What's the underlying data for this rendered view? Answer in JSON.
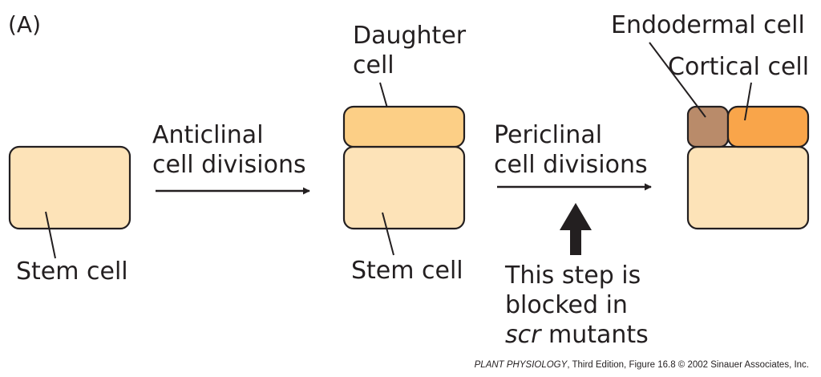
{
  "panel_label": "(A)",
  "colors": {
    "stem_cell": "#fde3b8",
    "daughter_cell": "#fccf86",
    "endodermal_cell": "#b98b6a",
    "cortical_cell": "#f9a54a",
    "outline": "#231f20"
  },
  "stage1": {
    "stem_label": "Stem cell"
  },
  "arrow1": {
    "line1": "Anticlinal",
    "line2": "cell divisions"
  },
  "stage2": {
    "daughter_line1": "Daughter",
    "daughter_line2": "cell",
    "stem_label": "Stem cell"
  },
  "arrow2": {
    "line1": "Periclinal",
    "line2": "cell divisions"
  },
  "blocked_note": {
    "line1": "This step is",
    "line2": "blocked in",
    "line3_italic": "scr",
    "line3_rest": " mutants"
  },
  "stage3": {
    "endodermal_label": "Endodermal cell",
    "cortical_label": "Cortical cell"
  },
  "credit": {
    "book": "PLANT PHYSIOLOGY",
    "details": ", Third Edition, Figure 16.8  © 2002 Sinauer Associates, Inc."
  }
}
